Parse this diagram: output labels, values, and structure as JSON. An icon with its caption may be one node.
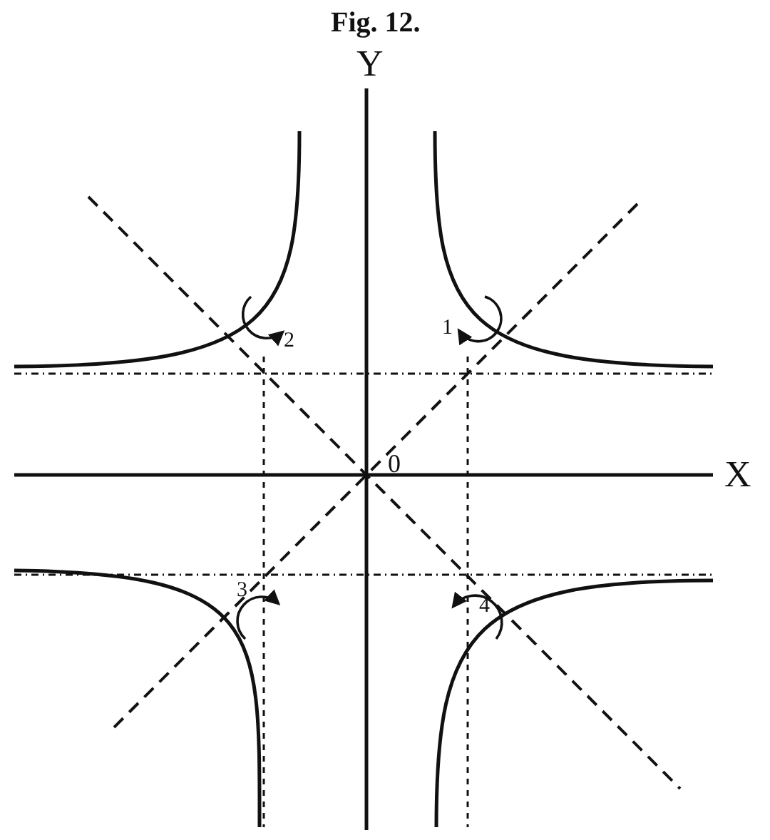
{
  "diagram": {
    "title": "Fig. 12.",
    "labels": [
      "Y",
      "X",
      "0",
      "1",
      "2",
      "3",
      "4"
    ]
  }
}
